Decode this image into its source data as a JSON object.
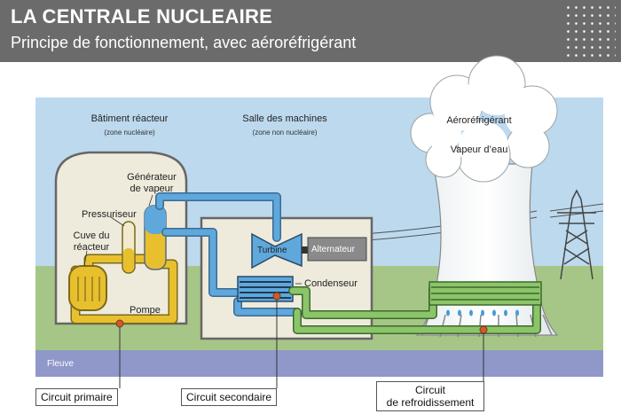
{
  "header": {
    "title": "LA CENTRALE NUCLEAIRE",
    "subtitle": "Principe de fonctionnement, avec aéroréfrigérant"
  },
  "labels": {
    "reactor_building": "Bâtiment réacteur",
    "reactor_building_zone": "(zone nucléaire)",
    "machine_room": "Salle des machines",
    "machine_room_zone": "(zone non nucléaire)",
    "cooling_tower": "Aéroréfrigérant",
    "water_vapor": "Vapeur d’eau",
    "steam_generator_line1": "Générateur",
    "steam_generator_line2": "de vapeur",
    "pressurizer": "Pressuriseur",
    "reactor_vessel_line1": "Cuve du",
    "reactor_vessel_line2": "réacteur",
    "pump": "Pompe",
    "turbine": "Turbine",
    "alternator": "Alternateur",
    "condenser": "Condenseur",
    "river": "Fleuve"
  },
  "legend": {
    "primary": "Circuit primaire",
    "secondary": "Circuit secondaire",
    "cooling_line1": "Circuit",
    "cooling_line2": "de refroidissement"
  },
  "colors": {
    "primary_circuit": "#e8c02e",
    "secondary_circuit": "#5ea8dc",
    "cooling_circuit": "#8cc46a",
    "building": "#eeeadc",
    "sky": "#bdd9ee",
    "grass": "#a6c687",
    "river": "#8f98c8",
    "header": "#6b6b6b"
  }
}
